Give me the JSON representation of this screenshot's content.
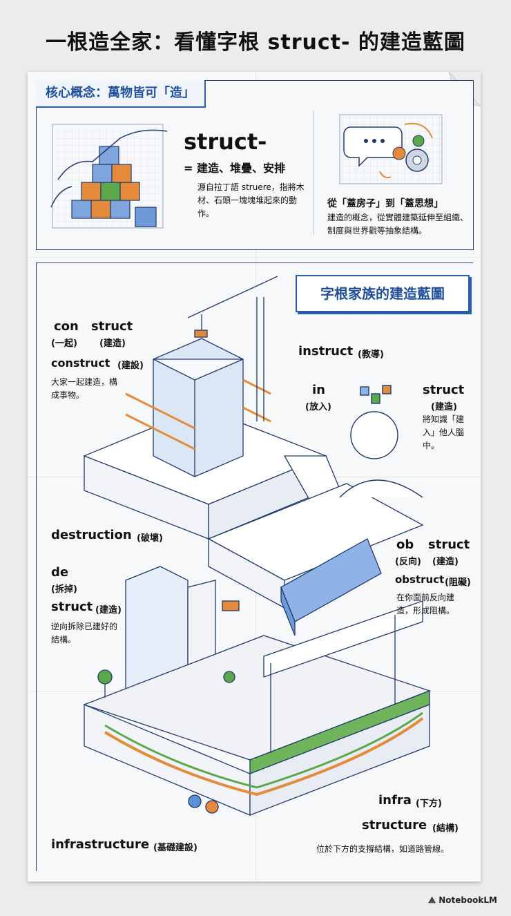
{
  "title": "一根造全家：看懂字根 struct- 的建造藍圖",
  "core": {
    "tag": "核心概念：萬物皆可「造」",
    "root": "struct-",
    "meaning": "= 建造、堆疊、安排",
    "origin": "源自拉丁語 struere，指將木材、石頭一塊塊堆起來的動作。",
    "concept_title": "從「蓋房子」到「蓋思想」",
    "concept_desc": "建造的概念，從實體建築延伸至組織、制度與世界觀等抽象結構。"
  },
  "family": {
    "tag": "字根家族的建造藍圖",
    "construct": {
      "prefix": "con",
      "prefix_meaning": "(一起)",
      "root": "struct",
      "root_meaning": "(建造)",
      "word": "construct",
      "word_meaning": "(建設)",
      "desc": "大家一起建造，構成事物。"
    },
    "instruct": {
      "word": "instruct",
      "word_meaning": "(教導)",
      "prefix": "in",
      "prefix_meaning": "(放入)",
      "root": "struct",
      "root_meaning": "(建造)",
      "desc": "將知識「建入」他人腦中。"
    },
    "destruction": {
      "word": "destruction",
      "word_meaning": "(破壞)",
      "prefix": "de",
      "prefix_meaning": "(拆掉)",
      "root": "struct",
      "root_meaning": "(建造)",
      "desc": "逆向拆除已建好的結構。"
    },
    "obstruct": {
      "prefix": "ob",
      "prefix_meaning": "(反向)",
      "root": "struct",
      "root_meaning": "(建造)",
      "word": "obstruct",
      "word_meaning": "(阻礙)",
      "desc": "在你面前反向建造，形成阻構。"
    },
    "infrastructure": {
      "prefix": "infra",
      "prefix_meaning": "(下方)",
      "root": "structure",
      "root_meaning": "(結構)",
      "desc": "位於下方的支撐結構，如道路管線。",
      "word": "infrastructure",
      "word_meaning": "(基礎建設)"
    }
  },
  "watermark": "NotebookLM",
  "colors": {
    "blue": "#2a5ea8",
    "navy": "#243e74",
    "orange": "#e07a2e",
    "green": "#5aa84a"
  }
}
